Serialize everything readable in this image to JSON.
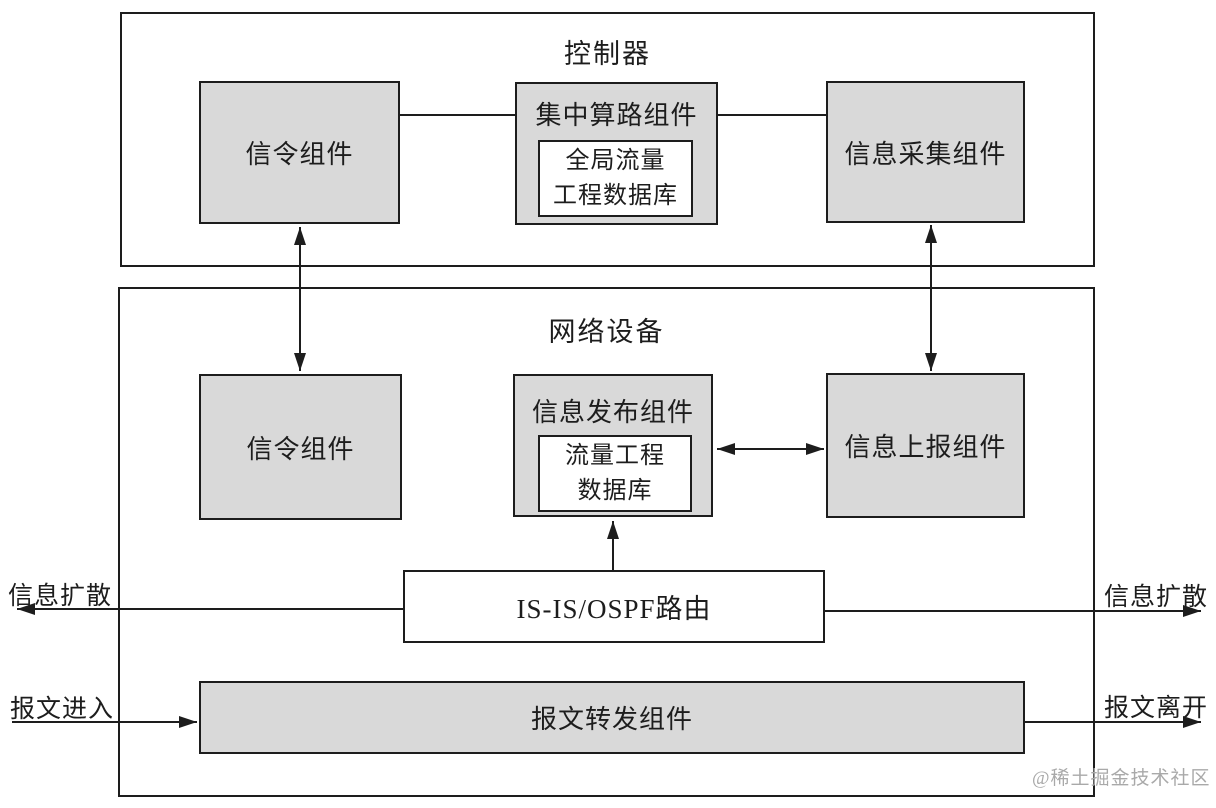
{
  "controller": {
    "title": "控制器",
    "signaling_label": "信令组件",
    "pce_label": "集中算路组件",
    "pce_db_line1": "全局流量",
    "pce_db_line2": "工程数据库",
    "collector_label": "信息采集组件"
  },
  "device": {
    "title": "网络设备",
    "signaling_label": "信令组件",
    "publisher_label": "信息发布组件",
    "te_db_line1": "流量工程",
    "te_db_line2": "数据库",
    "reporter_label": "信息上报组件",
    "routing_label": "IS-IS/OSPF路由",
    "forwarder_label": "报文转发组件"
  },
  "edge_labels": {
    "flood_left": "信息扩散",
    "flood_right": "信息扩散",
    "packet_in": "报文进入",
    "packet_out": "报文离开"
  },
  "watermark": "@稀土掘金技术社区",
  "colors": {
    "node_fill": "#d9d9d9",
    "line": "#1d1d1d",
    "background": "#ffffff",
    "watermark": "#a9a9a9"
  }
}
